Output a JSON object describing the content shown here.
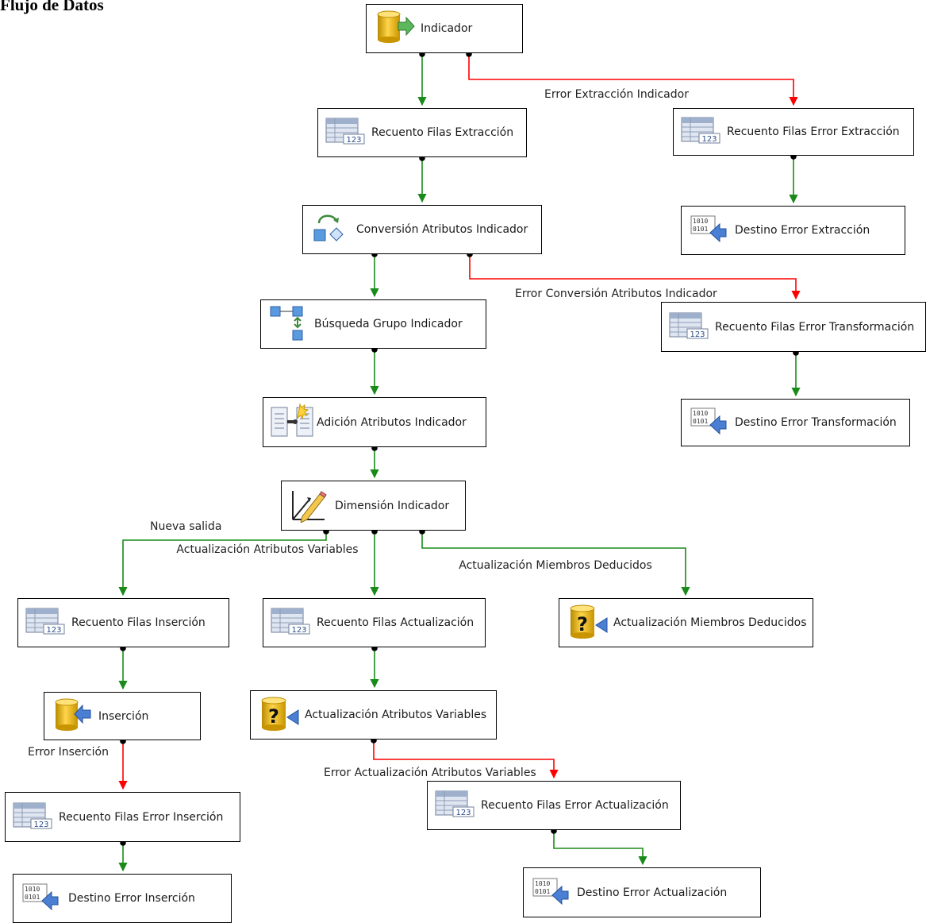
{
  "page": {
    "heading": "Flujo de Datos"
  },
  "nodes": [
    {
      "id": "indicador",
      "label": "Indicador",
      "icon": "source-icon"
    },
    {
      "id": "recuento-filas-extraccion",
      "label": "Recuento Filas Extracción",
      "icon": "row-count-icon"
    },
    {
      "id": "recuento-filas-error-extraccion",
      "label": "Recuento Filas Error Extracción",
      "icon": "row-count-icon"
    },
    {
      "id": "conversion-atributos-indicador",
      "label": "Conversión Atributos Indicador",
      "icon": "data-conversion-icon"
    },
    {
      "id": "destino-error-extraccion",
      "label": "Destino Error Extracción",
      "icon": "flat-file-destination-icon"
    },
    {
      "id": "busqueda-grupo-indicador",
      "label": "Búsqueda Grupo Indicador",
      "icon": "lookup-icon"
    },
    {
      "id": "recuento-filas-error-transformacion",
      "label": "Recuento Filas Error Transformación",
      "icon": "row-count-icon"
    },
    {
      "id": "adicion-atributos-indicador",
      "label": "Adición Atributos Indicador",
      "icon": "derived-column-icon"
    },
    {
      "id": "destino-error-transformacion",
      "label": "Destino Error Transformación",
      "icon": "flat-file-destination-icon"
    },
    {
      "id": "dimension-indicador",
      "label": "Dimensión Indicador",
      "icon": "slowly-changing-dimension-icon"
    },
    {
      "id": "recuento-filas-insercion",
      "label": "Recuento Filas Inserción",
      "icon": "row-count-icon"
    },
    {
      "id": "recuento-filas-actualizacion",
      "label": "Recuento Filas Actualización",
      "icon": "row-count-icon"
    },
    {
      "id": "actualizacion-miembros-deducidos",
      "label": "Actualización Miembros Deducidos",
      "icon": "ole-db-command-icon"
    },
    {
      "id": "insercion",
      "label": "Inserción",
      "icon": "destination-icon"
    },
    {
      "id": "actualizacion-atributos-variables",
      "label": "Actualización Atributos Variables",
      "icon": "ole-db-command-icon"
    },
    {
      "id": "recuento-filas-error-insercion",
      "label": "Recuento Filas Error Inserción",
      "icon": "row-count-icon"
    },
    {
      "id": "recuento-filas-error-actualizacion",
      "label": "Recuento Filas Error Actualización",
      "icon": "row-count-icon"
    },
    {
      "id": "destino-error-insercion",
      "label": "Destino Error Inserción",
      "icon": "flat-file-destination-icon"
    },
    {
      "id": "destino-error-actualizacion",
      "label": "Destino Error Actualización",
      "icon": "flat-file-destination-icon"
    }
  ],
  "connectors": [
    {
      "from": "indicador",
      "to": "recuento-filas-extraccion",
      "type": "success",
      "label": ""
    },
    {
      "from": "indicador",
      "to": "recuento-filas-error-extraccion",
      "type": "error",
      "label": "Error Extracción Indicador"
    },
    {
      "from": "recuento-filas-extraccion",
      "to": "conversion-atributos-indicador",
      "type": "success",
      "label": ""
    },
    {
      "from": "recuento-filas-error-extraccion",
      "to": "destino-error-extraccion",
      "type": "success",
      "label": ""
    },
    {
      "from": "conversion-atributos-indicador",
      "to": "busqueda-grupo-indicador",
      "type": "success",
      "label": ""
    },
    {
      "from": "conversion-atributos-indicador",
      "to": "recuento-filas-error-transformacion",
      "type": "error",
      "label": "Error Conversión Atributos Indicador"
    },
    {
      "from": "recuento-filas-error-transformacion",
      "to": "destino-error-transformacion",
      "type": "success",
      "label": ""
    },
    {
      "from": "busqueda-grupo-indicador",
      "to": "adicion-atributos-indicador",
      "type": "success",
      "label": ""
    },
    {
      "from": "adicion-atributos-indicador",
      "to": "dimension-indicador",
      "type": "success",
      "label": ""
    },
    {
      "from": "dimension-indicador",
      "to": "recuento-filas-insercion",
      "type": "success",
      "label": "Nueva salida"
    },
    {
      "from": "dimension-indicador",
      "to": "recuento-filas-actualizacion",
      "type": "success",
      "label": "Actualización Atributos Variables"
    },
    {
      "from": "dimension-indicador",
      "to": "actualizacion-miembros-deducidos",
      "type": "success",
      "label": "Actualización Miembros Deducidos"
    },
    {
      "from": "recuento-filas-insercion",
      "to": "insercion",
      "type": "success",
      "label": ""
    },
    {
      "from": "recuento-filas-actualizacion",
      "to": "actualizacion-atributos-variables",
      "type": "success",
      "label": ""
    },
    {
      "from": "insercion",
      "to": "recuento-filas-error-insercion",
      "type": "error",
      "label": "Error Inserción"
    },
    {
      "from": "actualizacion-atributos-variables",
      "to": "recuento-filas-error-actualizacion",
      "type": "error",
      "label": "Error Actualización Atributos Variables"
    },
    {
      "from": "recuento-filas-error-insercion",
      "to": "destino-error-insercion",
      "type": "success",
      "label": ""
    },
    {
      "from": "recuento-filas-error-actualizacion",
      "to": "destino-error-actualizacion",
      "type": "success",
      "label": ""
    }
  ],
  "colors": {
    "success": "#1a8a1a",
    "error": "#ff0000",
    "box_border": "#000000",
    "background": "#ffffff"
  }
}
